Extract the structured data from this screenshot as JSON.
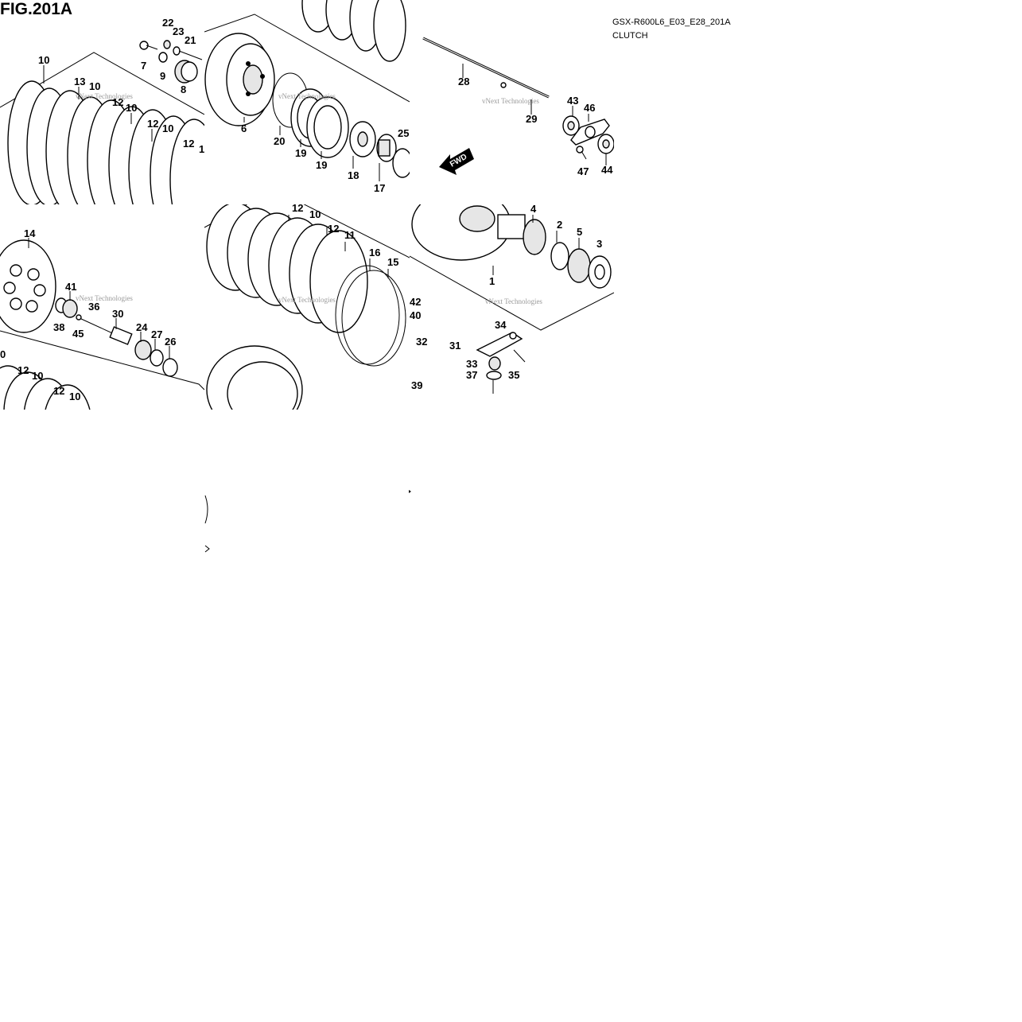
{
  "figure": {
    "title": "FIG.201A",
    "model_code": "GSX-R600L6_E03_E28_201A",
    "section": "CLUTCH",
    "fwd_label": "FWD",
    "watermark": "vNext Technologies"
  },
  "panels": [
    {
      "labels": [
        "22",
        "23",
        "21",
        "7",
        "9",
        "8",
        "10",
        "13",
        "10",
        "12",
        "10",
        "12",
        "10",
        "12",
        "1"
      ]
    },
    {
      "labels": [
        "6",
        "20",
        "19",
        "19",
        "18",
        "17",
        "25"
      ]
    },
    {
      "labels": [
        "28",
        "29",
        "43",
        "46",
        "47",
        "44"
      ]
    },
    {
      "labels": [
        "14",
        "41",
        "38",
        "45",
        "36",
        "30",
        "24",
        "27",
        "26",
        "0",
        "12",
        "10",
        "12",
        "10"
      ]
    },
    {
      "labels": [
        "12",
        "10",
        "12",
        "11",
        "16",
        "15",
        "42",
        "40",
        "32",
        "31",
        "39"
      ]
    },
    {
      "labels": [
        "4",
        "2",
        "5",
        "3",
        "1",
        "34",
        "33",
        "37",
        "35"
      ]
    }
  ]
}
